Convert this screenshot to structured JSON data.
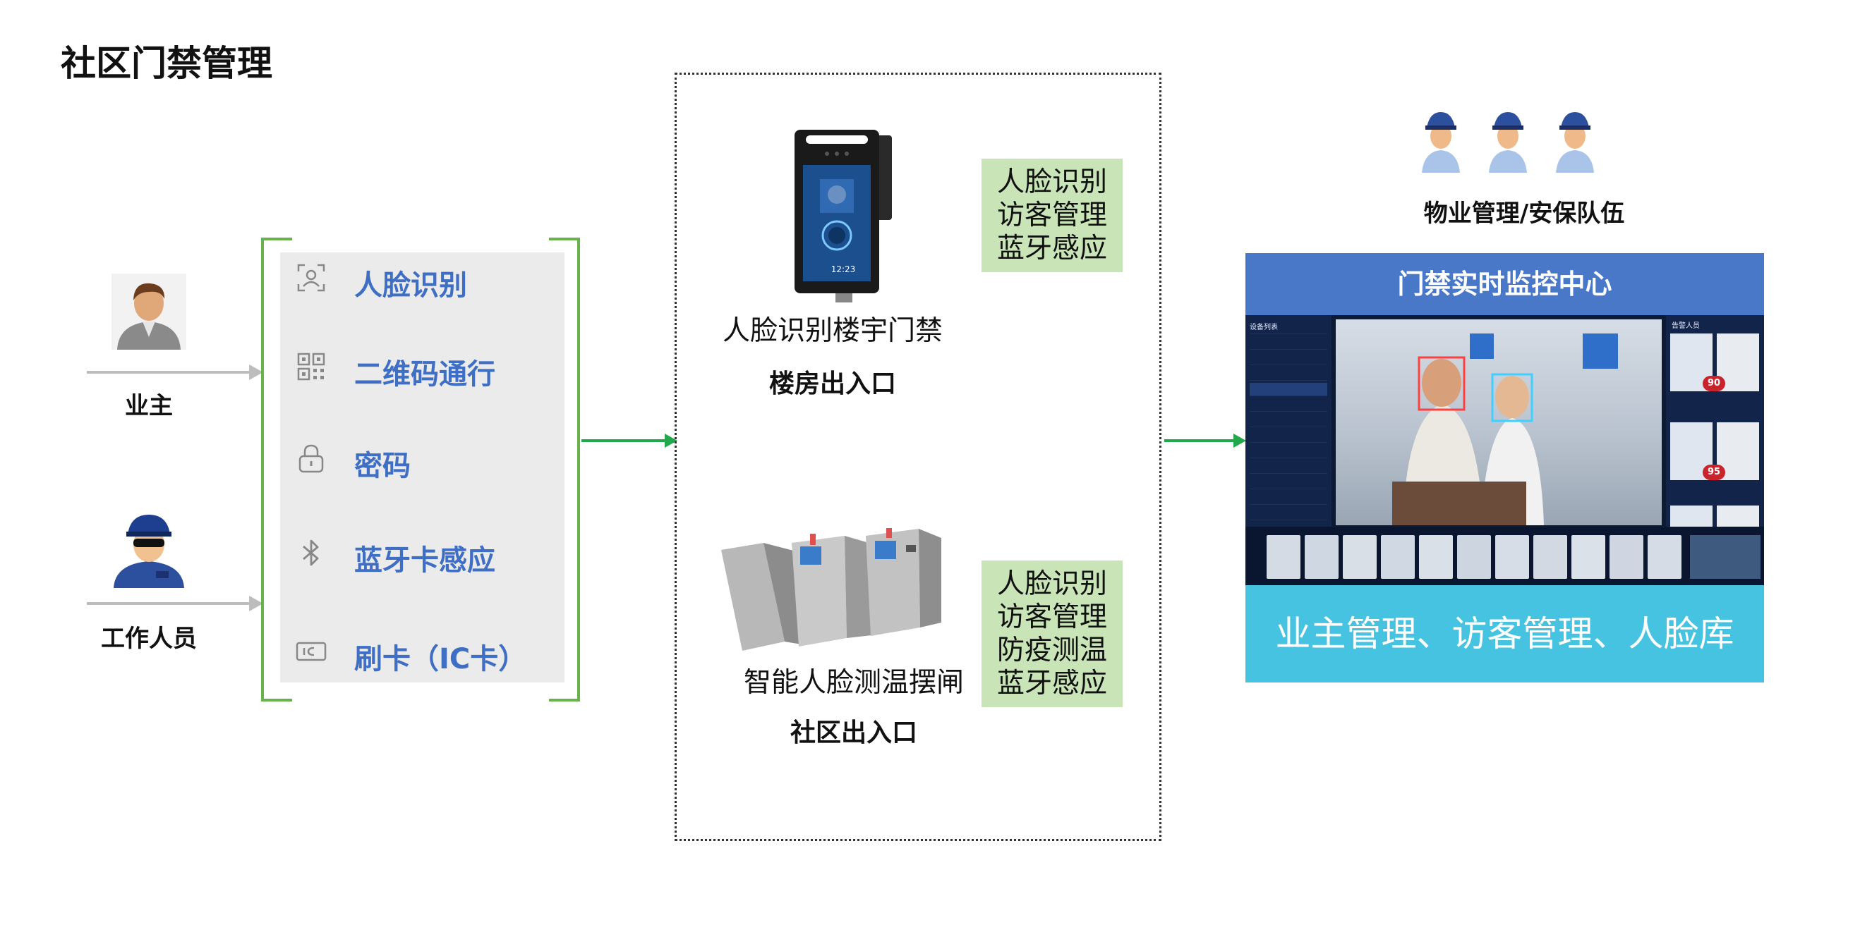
{
  "title": "社区门禁管理",
  "people": {
    "owner_label": "业主",
    "staff_label": "工作人员"
  },
  "methods": [
    {
      "label": "人脸识别",
      "icon": "face-scan-icon"
    },
    {
      "label": "二维码通行",
      "icon": "qr-code-icon"
    },
    {
      "label": "密码",
      "icon": "lock-icon"
    },
    {
      "label": "蓝牙卡感应",
      "icon": "bluetooth-icon"
    },
    {
      "label": "刷卡（IC卡）",
      "icon": "ic-card-icon"
    }
  ],
  "devices": {
    "terminal": {
      "name": "人脸识别楼宇门禁",
      "location": "楼房出入口",
      "features": [
        "人脸识别",
        "访客管理",
        "蓝牙感应"
      ]
    },
    "gate": {
      "name": "智能人脸测温摆闸",
      "location": "社区出入口",
      "features": [
        "人脸识别",
        "访客管理",
        "防疫测温",
        "蓝牙感应"
      ]
    }
  },
  "security": {
    "label": "物业管理/安保队伍"
  },
  "monitor": {
    "title": "门禁实时监控中心",
    "footer": "业主管理、访客管理、人脸库",
    "screen": {
      "device_list_label": "设备列表",
      "alarm_label": "告警人员",
      "score_1": "90",
      "score_2": "95",
      "device_clock": "12:23"
    }
  },
  "colors": {
    "accent_blue": "#3f6fc4",
    "bracket_green": "#6ab04c",
    "arrow_green": "#21a84a",
    "feature_bg": "#c9e5b8",
    "monitor_header": "#4a78c8",
    "monitor_footer": "#45c3e0"
  }
}
